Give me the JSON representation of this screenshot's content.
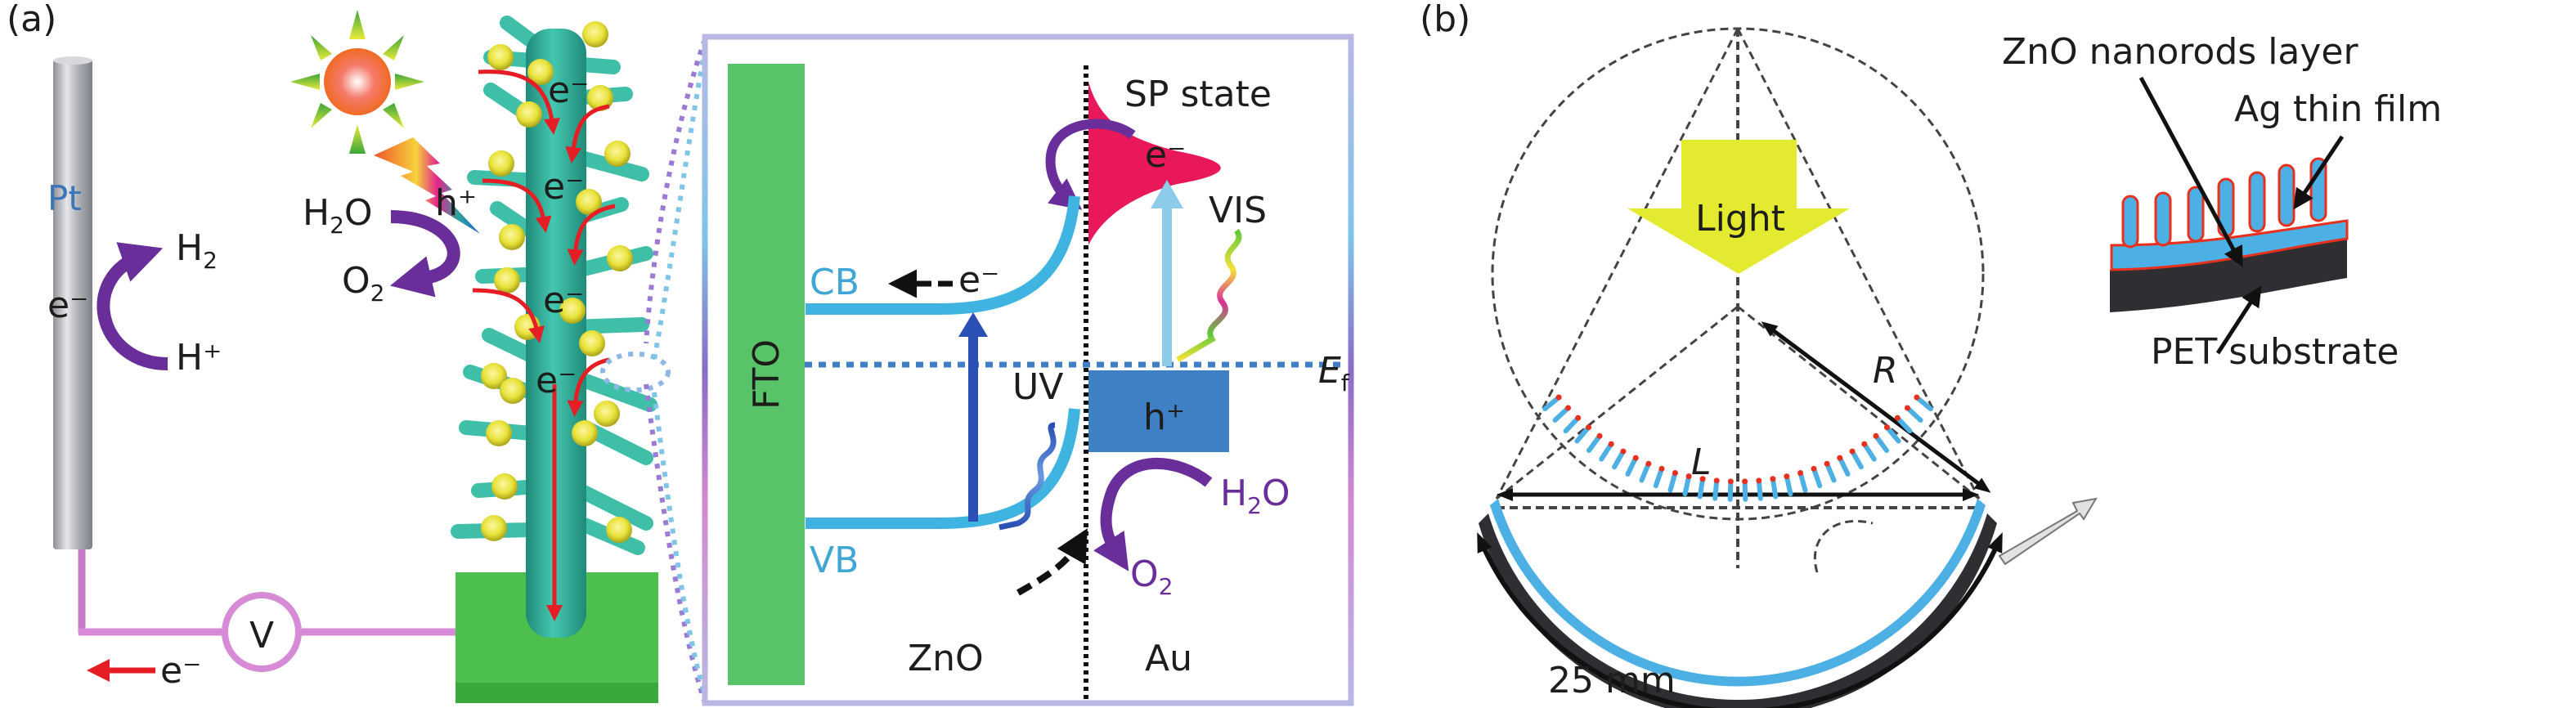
{
  "figure": {
    "panels": [
      {
        "id": "a",
        "label": "(a)",
        "electrode": {
          "material": "Pt",
          "electron": "e⁻",
          "product": "H",
          "product_sub": "2",
          "reactant": "H⁺"
        },
        "photoanode_reaction": {
          "hole": "h⁺",
          "reactant": "H",
          "reactant_sub": "2",
          "reactant_tail": "O",
          "product": "O",
          "product_sub": "2"
        },
        "circuit": {
          "meter": "V",
          "electron": "e⁻"
        },
        "nanotree_electrons": [
          "e⁻",
          "e⁻",
          "e⁻",
          "e⁻"
        ],
        "band_diagram": {
          "substrate": "FTO",
          "conduction_band": "CB",
          "valence_band": "VB",
          "semiconductor": "ZnO",
          "metal": "Au",
          "sp_state": "SP state",
          "sp_electron": "e⁻",
          "cb_electron": "e⁻",
          "uv": "UV",
          "vis": "VIS",
          "fermi_level": "E",
          "fermi_sub": "f",
          "hole": "h⁺",
          "water": "H",
          "water_sub": "2",
          "water_tail": "O",
          "oxygen": "O",
          "oxygen_sub": "2"
        }
      },
      {
        "id": "b",
        "label": "(b)",
        "light": "Light",
        "radius": "R",
        "chord": "L",
        "arc_length": "25 mm",
        "callouts": {
          "nanorods": "ZnO nanorods layer",
          "film": "Ag thin film",
          "substrate": "PET substrate"
        }
      }
    ],
    "colors": {
      "purple_arrow": "#6a2e9a",
      "band_cyan": "#3fb4e0",
      "fto_green": "#59c36a",
      "base_green": "#4cbf4c",
      "tree_teal": "#3fbfa8",
      "nanoparticle_yellow": "#e8e23a",
      "sp_pink": "#e8185a",
      "hole_box_blue": "#3f7fc4",
      "uv_arrow": "#2a4fb5",
      "vis_arrow": "#8ccbea",
      "fermi_dotted": "#3f7fc4",
      "wire_pink": "#d78ad6",
      "electron_red": "#e51e25",
      "light_yellow": "#e4ea30",
      "label_blue": "#3a75b8",
      "label_purple": "#6a2e9a",
      "pet_dark": "#2f2f33",
      "zno_blue": "#4db0e4",
      "ag_red": "#e8301e"
    }
  }
}
